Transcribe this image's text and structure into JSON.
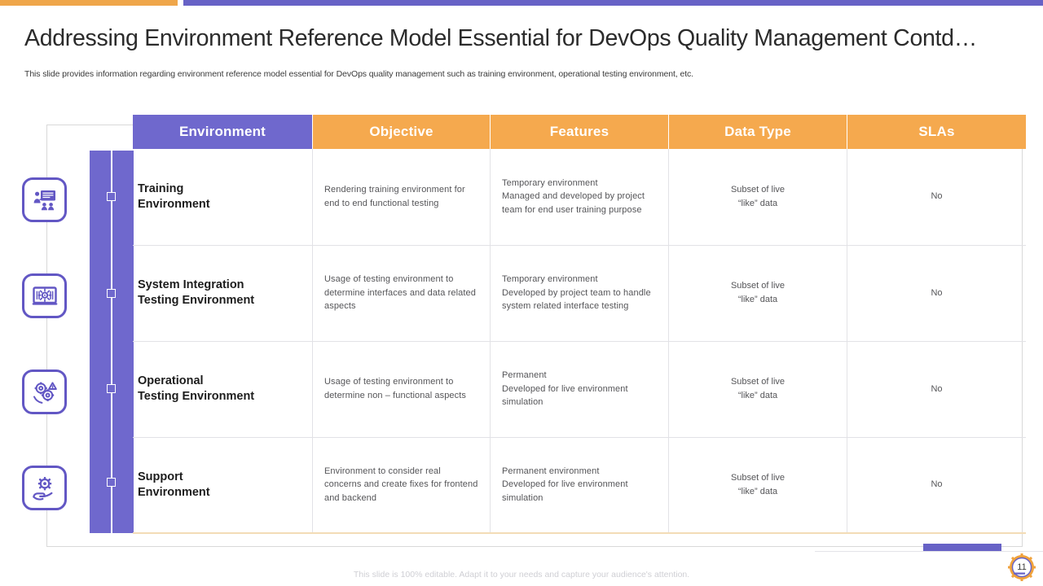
{
  "accent": {
    "purple": "#6762c6",
    "purple_rail": "#6f68cd",
    "orange": "#f5a94e",
    "orange_top": "#efa64a"
  },
  "header": {
    "title": "Addressing Environment Reference Model Essential for DevOps Quality Management Contd…",
    "subtitle": "This slide provides information regarding environment reference model essential for DevOps quality management such as training environment, operational testing environment, etc."
  },
  "table": {
    "columns": [
      {
        "key": "environment",
        "label": "Environment"
      },
      {
        "key": "objective",
        "label": "Objective"
      },
      {
        "key": "features",
        "label": "Features"
      },
      {
        "key": "data_type",
        "label": "Data Type"
      },
      {
        "key": "slas",
        "label": "SLAs"
      }
    ],
    "rows": [
      {
        "icon": "training-presentation-icon",
        "environment": "Training\nEnvironment",
        "objective": "Rendering training environment for end to end functional testing",
        "features": "Temporary environment\nManaged and developed by project team for end user training purpose",
        "data_type": "Subset of live\n“like” data",
        "slas": "No"
      },
      {
        "icon": "system-integration-icon",
        "environment": "System Integration\nTesting Environment",
        "objective": "Usage of testing environment to determine interfaces and data related aspects",
        "features": "Temporary environment\nDeveloped by project team to handle system related interface testing",
        "data_type": "Subset of live\n“like” data",
        "slas": "No"
      },
      {
        "icon": "operational-gears-alert-icon",
        "environment": "Operational\nTesting Environment",
        "objective": "Usage of testing environment to determine non – functional aspects",
        "features": "Permanent\nDeveloped for live environment simulation",
        "data_type": "Subset of live\n“like” data",
        "slas": "No"
      },
      {
        "icon": "support-gear-hand-icon",
        "environment": "Support\nEnvironment",
        "objective": "Environment to consider real concerns and create fixes for frontend and backend",
        "features": "Permanent environment\nDeveloped for live environment simulation",
        "data_type": "Subset of live\n“like” data",
        "slas": "No"
      }
    ]
  },
  "footer": {
    "note": "This slide is 100% editable. Adapt it to your needs and capture your audience's attention.",
    "page_number": "11"
  }
}
